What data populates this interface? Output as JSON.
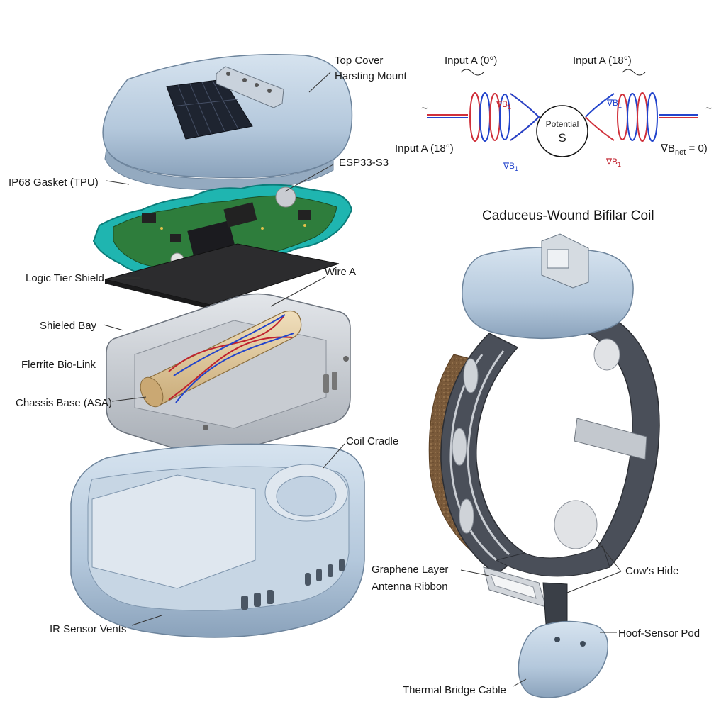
{
  "title": "Caduceus-Wound Bifilar Coil",
  "labels": {
    "top_cover": "Top Cover",
    "harsting_mount": "Harsting Mount",
    "ip68_gasket": "IP68 Gasket (TPU)",
    "esp": "ESP33-S3",
    "logic_shield": "Logic Tier Shield",
    "wire_a": "Wire A",
    "shielded_bay": "Shieled Bay",
    "ferrite": "Flerrite Bio-Link",
    "chassis": "Chassis Base (ASA)",
    "coil_cradle": "Coil Cradle",
    "ir_vents": "IR Sensor Vents",
    "graphene": "Graphene Layer",
    "antenna": "Antenna Ribbon",
    "cows_hide": "Cow's Hide",
    "hoof_pod": "Hoof-Sensor Pod",
    "thermal_cable": "Thermal Bridge Cable"
  },
  "coil": {
    "input_top_left": "Input A (0°)",
    "input_top_right": "Input A  (18°)",
    "input_left": "Input A (18°)",
    "potential": "Potential",
    "potential_symbol": "S",
    "bnet_prefix": "∇B",
    "bnet_sub": "net",
    "bnet_suffix": " = 0)",
    "b1_prefix": "∇B",
    "b1_sub": "1",
    "tilde": "~",
    "red": "#d0303a",
    "blue": "#2244cc"
  },
  "colors": {
    "housing": "#b9cde0",
    "gasket": "#1fb5b0",
    "pcb": "#2e7d3c",
    "shield": "#2c2c2e",
    "ferrite": "#dcc49a",
    "strap": "#4a4f59"
  }
}
